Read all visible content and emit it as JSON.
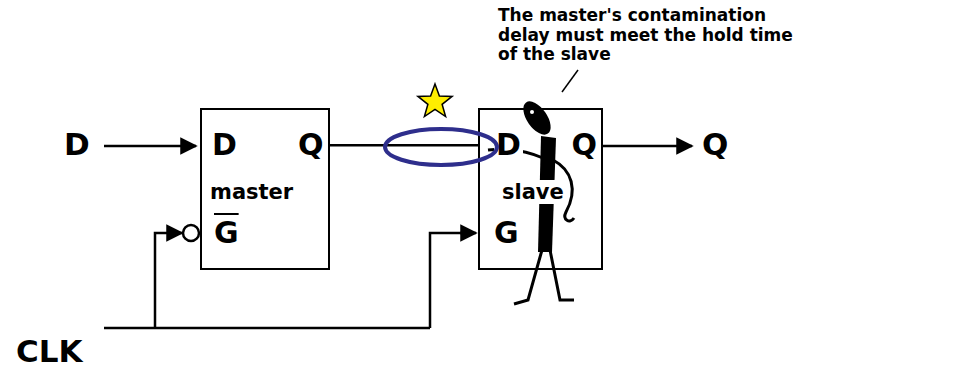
{
  "diagram": {
    "nodes": [
      {
        "text": [
          "D",
          "Q",
          "master",
          "G"
        ]
      },
      {
        "text": [
          "D",
          "Q",
          "slave",
          "G"
        ]
      }
    ],
    "edges": [
      {
        "from": 0,
        "to": 1,
        "arrow": "none"
      }
    ],
    "labels": [
      "D",
      "Q",
      "CLK",
      "The master's contamination delay must meet the hold time of the slave"
    ]
  }
}
